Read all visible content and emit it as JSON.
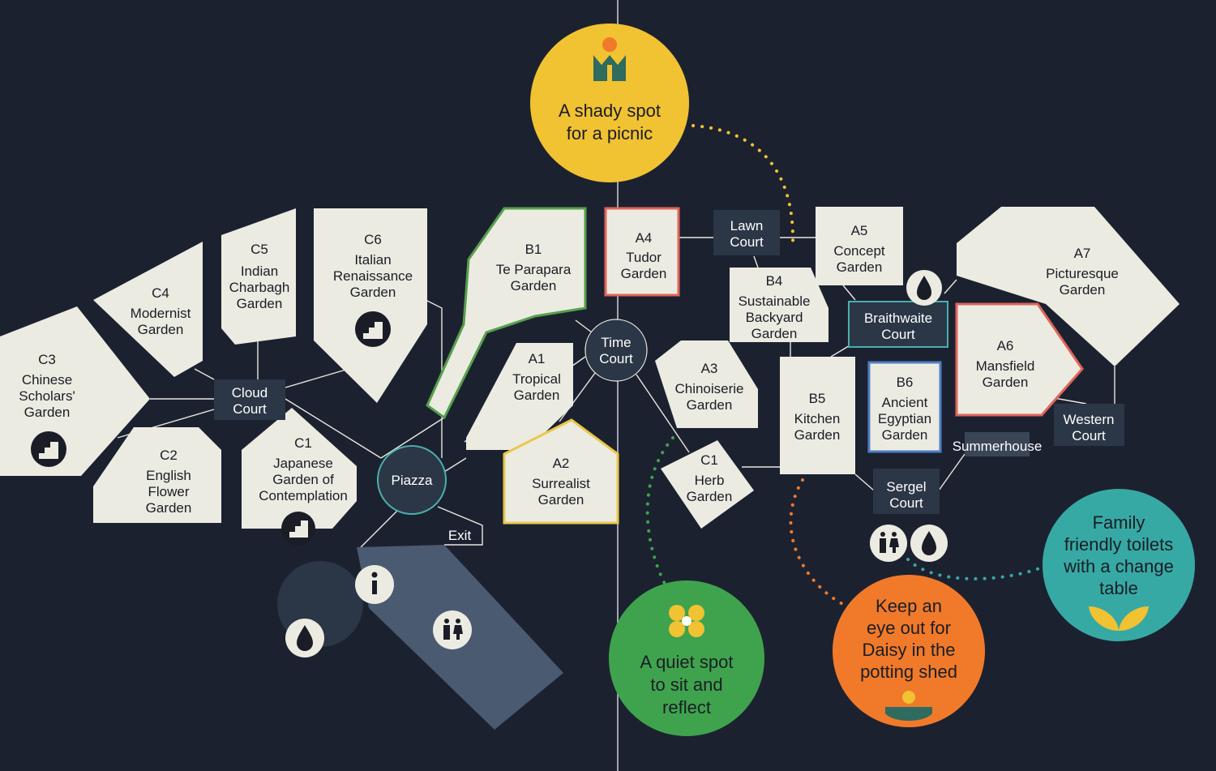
{
  "gardens": {
    "c3": {
      "code": "C3",
      "lines": [
        "Chinese",
        "Scholars'",
        "Garden"
      ]
    },
    "c4": {
      "code": "C4",
      "lines": [
        "Modernist",
        "Garden"
      ]
    },
    "c5": {
      "code": "C5",
      "lines": [
        "Indian",
        "Charbagh",
        "Garden"
      ]
    },
    "c6": {
      "code": "C6",
      "lines": [
        "Italian",
        "Renaissance",
        "Garden"
      ]
    },
    "c2": {
      "code": "C2",
      "lines": [
        "English",
        "Flower",
        "Garden"
      ]
    },
    "c1": {
      "code": "C1",
      "lines": [
        "Japanese",
        "Garden of",
        "Contemplation"
      ]
    },
    "b1": {
      "code": "B1",
      "lines": [
        "Te Parapara",
        "Garden"
      ]
    },
    "a4": {
      "code": "A4",
      "lines": [
        "Tudor",
        "Garden"
      ]
    },
    "a1": {
      "code": "A1",
      "lines": [
        "Tropical",
        "Garden"
      ]
    },
    "a2": {
      "code": "A2",
      "lines": [
        "Surrealist",
        "Garden"
      ]
    },
    "a3": {
      "code": "A3",
      "lines": [
        "Chinoiserie",
        "Garden"
      ]
    },
    "c1herb": {
      "code": "C1",
      "lines": [
        "Herb",
        "Garden"
      ]
    },
    "a5": {
      "code": "A5",
      "lines": [
        "Concept",
        "Garden"
      ]
    },
    "b4": {
      "code": "B4",
      "lines": [
        "Sustainable",
        "Backyard",
        "Garden"
      ]
    },
    "b5": {
      "code": "B5",
      "lines": [
        "Kitchen",
        "Garden"
      ]
    },
    "b6": {
      "code": "B6",
      "lines": [
        "Ancient",
        "Egyptian",
        "Garden"
      ]
    },
    "a6": {
      "code": "A6",
      "lines": [
        "Mansfield",
        "Garden"
      ]
    },
    "a7": {
      "code": "A7",
      "lines": [
        "Picturesque",
        "Garden"
      ]
    }
  },
  "courts": {
    "cloud": [
      "Cloud",
      "Court"
    ],
    "time": [
      "Time",
      "Court"
    ],
    "lawn": [
      "Lawn",
      "Court"
    ],
    "braithwaite": [
      "Braithwaite",
      "Court"
    ],
    "western": [
      "Western",
      "Court"
    ],
    "sergel": [
      "Sergel",
      "Court"
    ],
    "piazza": "Piazza",
    "exit": "Exit",
    "summerhouse": "Summerhouse"
  },
  "callouts": {
    "shady": [
      "A shady spot",
      "for a picnic"
    ],
    "quiet": [
      "A quiet spot",
      "to sit and",
      "reflect"
    ],
    "daisy": [
      "Keep an",
      "eye out for",
      "Daisy in the",
      "potting shed"
    ],
    "toilets": [
      "Family",
      "friendly toilets",
      "with a change",
      "table"
    ]
  },
  "colors": {
    "background": "#1c2130",
    "garden": "#ecebe2",
    "court": "#2b3646",
    "yellow": "#f1c232",
    "green": "#3fa34d",
    "orange": "#f07a2a",
    "teal": "#37a9a4",
    "border_green": "#56a04c",
    "border_red": "#e0655a",
    "border_yellow": "#e9c84a",
    "border_blue": "#4f7fc4",
    "border_teal": "#4bb0ac"
  },
  "icons": [
    "stairs-icon",
    "water-drop-icon",
    "info-icon",
    "toilets-icon",
    "tulip-icon",
    "flower-icon",
    "sprout-icon"
  ]
}
